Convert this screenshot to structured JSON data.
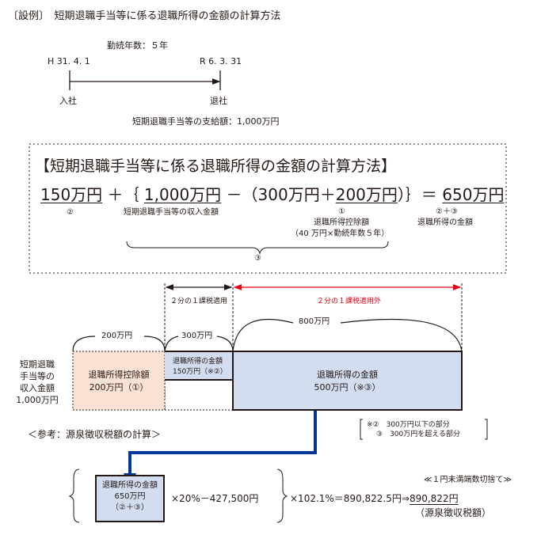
{
  "title": "〔設例〕　短期退職手当等に係る退職所得の金額の計算方法",
  "timeline": {
    "years_label": "勤続年数：５年",
    "start_date": "H 31. 4. 1",
    "end_date": "R 6. 3. 31",
    "start_label": "入社",
    "end_label": "退社",
    "payment_label": "短期退職手当等の支給額：1,000万円"
  },
  "formula_box": {
    "heading": "【短期退職手当等に係る退職所得の金額の計算方法】",
    "term1": "150万円",
    "plus_brace": "＋｛",
    "term2": "1,000万円",
    "minus_paren": "－（300万円＋",
    "term3": "200万円",
    "close": "）｝＝",
    "result": "650万円",
    "label_term1": "②",
    "label_term2": "短期退職手当等の収入金額",
    "label_term3_num": "①",
    "label_term3": "退職所得控除額",
    "label_term3_detail": "（40 万円×勤続年数５年）",
    "label_result_num": "②＋③",
    "label_result": "退職所得の金額",
    "brace_label": "③"
  },
  "diagram": {
    "half_tax_label": "２分の１課税適用",
    "no_half_tax_label": "２分の１課税適用外",
    "span_800": "800万円",
    "span_200": "200万円",
    "span_300": "300万円",
    "left_label": [
      "短期退職",
      "手当等の",
      "収入金額",
      "1,000万円"
    ],
    "deduction_box": [
      "退職所得控除額",
      "200万円（①）"
    ],
    "small_box": [
      "退職所得の金額",
      "150万円（※②）"
    ],
    "large_box": [
      "退職所得の金額",
      "500万円（※③）"
    ],
    "notes": [
      "※②　300万円以下の部分",
      "③　300万円を超える部分"
    ],
    "colors": {
      "pink": "#fbe2d5",
      "blue": "#d3ddf0",
      "red": "#e60012",
      "navy": "#003894"
    }
  },
  "reference": {
    "heading": "＜参考：源泉徴収税額の計算＞",
    "box": [
      "退職所得の金額",
      "650万円",
      "（②＋③）"
    ],
    "calc1": "×20%－427,500円",
    "calc2": "×102.1%＝890,822.5円⇒",
    "final": "890,822円",
    "rounding_note": "≪１円未満端数切捨て≫",
    "final_label": "（源泉徴収税額）"
  }
}
